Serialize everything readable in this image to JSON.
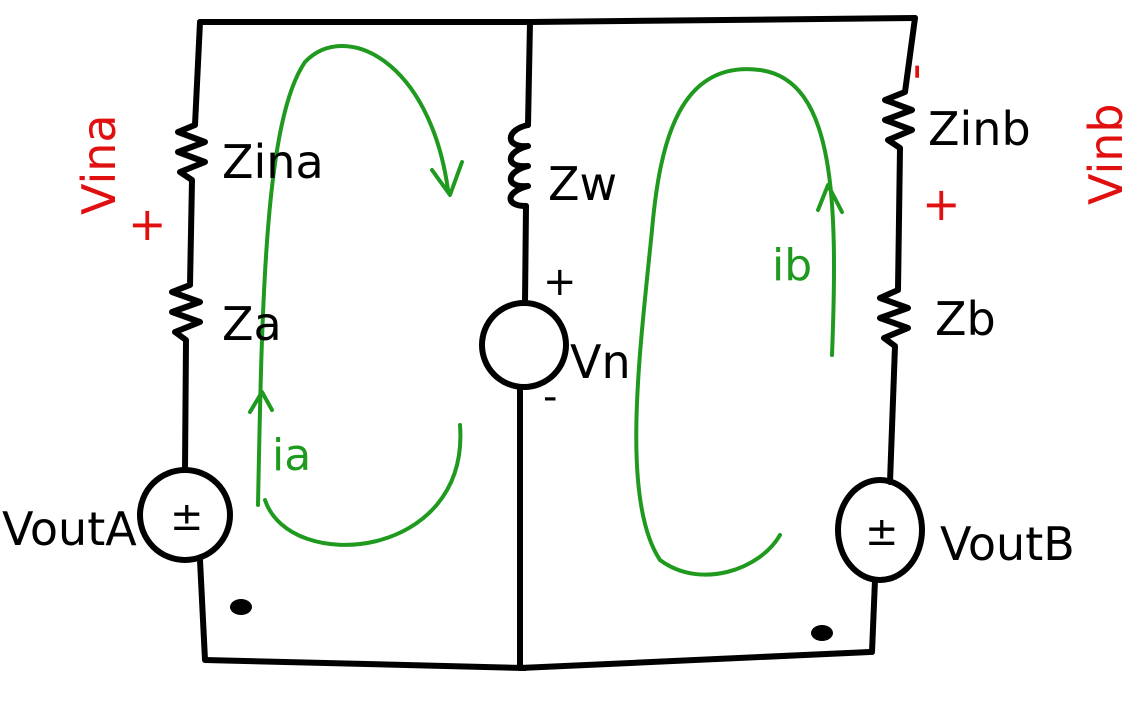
{
  "components": {
    "zina": "Zina",
    "za": "Za",
    "zw": "Zw",
    "vn": "Vn",
    "zinb": "Zinb",
    "zb": "Zb",
    "vouta": "VoutA",
    "voutb": "VoutB"
  },
  "currents": {
    "ia": "ia",
    "ib": "ib"
  },
  "voltages": {
    "vina": "Vina",
    "vinb": "Vinb"
  },
  "signs": {
    "plus": "+",
    "minus": "-",
    "plusminus": "±"
  },
  "colors": {
    "wire": "#000000",
    "loop": "#1f9a1f",
    "voltage": "#e01010"
  }
}
